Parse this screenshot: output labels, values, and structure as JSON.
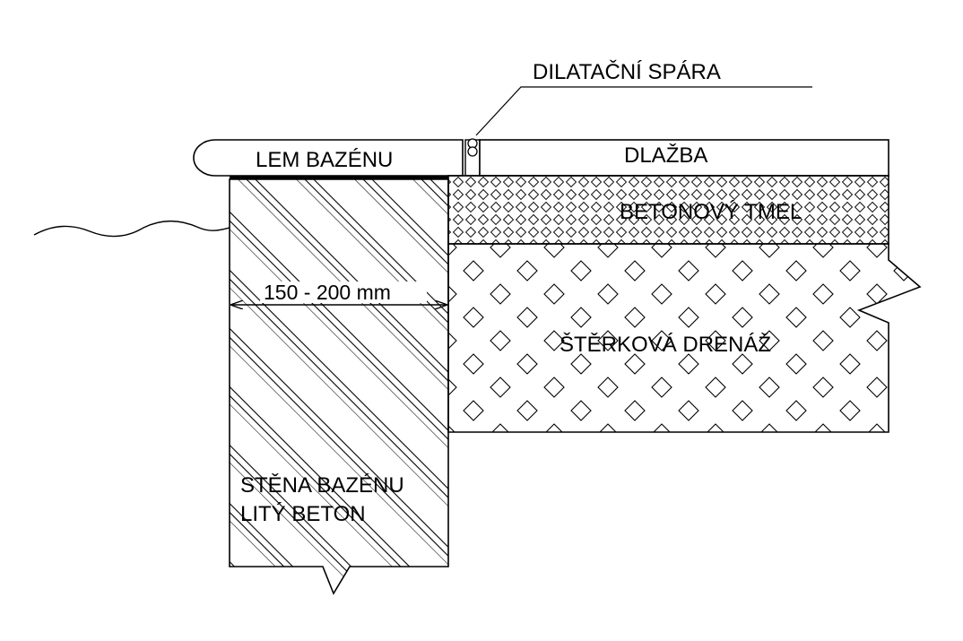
{
  "labels": {
    "expansion_joint": "DILATAČNÍ SPÁRA",
    "pool_edge": "LEM BAZÉNU",
    "paving": "DLAŽBA",
    "concrete_mortar": "BETONOVÝ TMEL",
    "gravel_drainage": "ŠTĚRKOVÁ DRENÁŽ",
    "pool_wall_line1": "STĚNA BAZÉNU",
    "pool_wall_line2": "LITÝ BETON",
    "wall_thickness": "150 - 200 mm"
  },
  "colors": {
    "line": "#000000",
    "background": "#ffffff"
  }
}
